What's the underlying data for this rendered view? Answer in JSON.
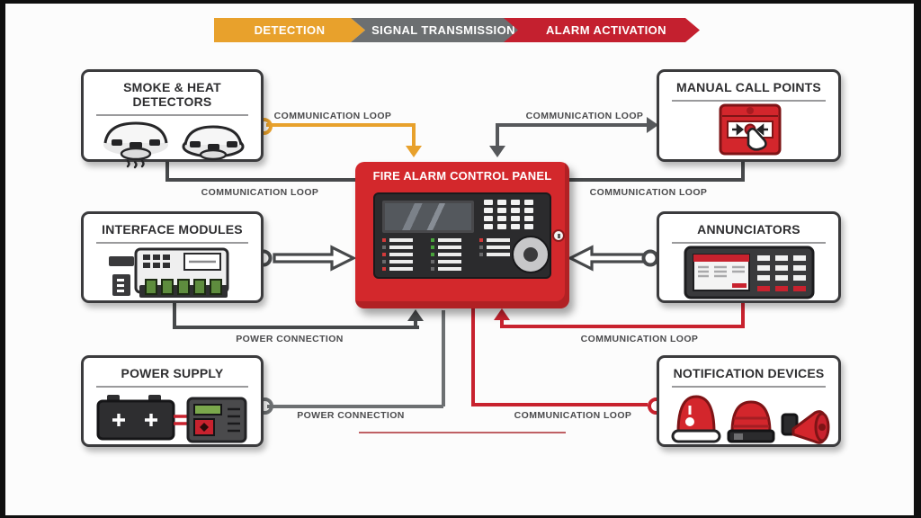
{
  "process_flow": {
    "steps": [
      {
        "label": "DETECTION",
        "color": "#E8A12C"
      },
      {
        "label": "SIGNAL TRANSMISSION",
        "color": "#6C6F71"
      },
      {
        "label": "ALARM ACTIVATION",
        "color": "#C4202F"
      }
    ]
  },
  "control_panel": {
    "title": "FIRE ALARM CONTROL PANEL",
    "body_color": "#D3282C"
  },
  "boxes": {
    "smoke_heat_detectors": {
      "title": "SMOKE & HEAT DETECTORS",
      "icons": [
        "smoke-detector-icon",
        "heat-detector-icon"
      ]
    },
    "interface_modules": {
      "title": "INTERFACE MODULES",
      "icons": [
        "interface-module-icon"
      ]
    },
    "power_supply": {
      "title": "POWER SUPPLY",
      "icons": [
        "battery-icon",
        "power-supply-unit-icon"
      ]
    },
    "manual_call_points": {
      "title": "MANUAL CALL POINTS",
      "icons": [
        "call-point-icon"
      ]
    },
    "annunciators": {
      "title": "ANNUNCIATORS",
      "icons": [
        "annunciator-panel-icon"
      ]
    },
    "notification_devices": {
      "title": "NOTIFICATION DEVICES",
      "icons": [
        "beacon-icon",
        "strobe-icon",
        "megaphone-icon"
      ]
    }
  },
  "connections": [
    {
      "id": "smoke-detectors-to-panel-top",
      "from": "smoke_heat_detectors",
      "to": "control_panel",
      "label": "COMMUNICATION LOOP",
      "color": "#E8A12C"
    },
    {
      "id": "smoke-detectors-to-panel-side",
      "from": "smoke_heat_detectors",
      "to": "control_panel",
      "label": "COMMUNICATION LOOP",
      "color": "#47494B"
    },
    {
      "id": "panel-to-manual-call-points",
      "from": "control_panel",
      "to": "manual_call_points",
      "label": "COMMUNICATION LOOP",
      "color": "#56585B"
    },
    {
      "id": "manual-call-points-to-panel-side",
      "from": "manual_call_points",
      "to": "control_panel",
      "label": "COMMUNICATION LOOP",
      "color": "#47494B"
    },
    {
      "id": "interface-modules-to-panel-pipe",
      "from": "interface_modules",
      "to": "control_panel",
      "label": "",
      "color": "#47494B"
    },
    {
      "id": "annunciators-to-panel-pipe",
      "from": "annunciators",
      "to": "control_panel",
      "label": "",
      "color": "#47494B"
    },
    {
      "id": "interface-modules-power-to-panel",
      "from": "interface_modules",
      "to": "control_panel",
      "label": "POWER CONNECTION",
      "color": "#47494B"
    },
    {
      "id": "power-supply-to-panel",
      "from": "power_supply",
      "to": "control_panel",
      "label": "POWER CONNECTION",
      "color": "#6D7072"
    },
    {
      "id": "annunciators-to-panel-red",
      "from": "annunciators",
      "to": "control_panel",
      "label": "COMMUNICATION LOOP",
      "color": "#C8222E"
    },
    {
      "id": "panel-to-notification-devices",
      "from": "control_panel",
      "to": "notification_devices",
      "label": "COMMUNICATION LOOP",
      "color": "#C8222E"
    }
  ]
}
